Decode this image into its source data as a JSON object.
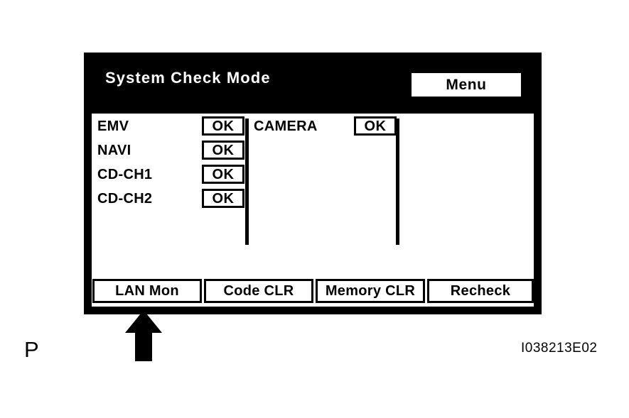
{
  "figure": {
    "label": "P",
    "code": "I038213E02",
    "callout_arrow_icon": "up-arrow-icon",
    "callout_target": "LAN Mon"
  },
  "colors": {
    "panel_background": "#000000",
    "content_background": "#ffffff",
    "text_on_black": "#ffffff",
    "text_on_white": "#000000",
    "border": "#000000"
  },
  "screen": {
    "title": "System Check Mode",
    "menu_button": {
      "label": "Menu"
    },
    "columns": [
      {
        "rows": [
          {
            "name": "EMV",
            "status": "OK"
          },
          {
            "name": "NAVI",
            "status": "OK"
          },
          {
            "name": "CD-CH1",
            "status": "OK"
          },
          {
            "name": "CD-CH2",
            "status": "OK"
          }
        ]
      },
      {
        "rows": [
          {
            "name": "CAMERA",
            "status": "OK"
          }
        ]
      }
    ],
    "buttons": [
      {
        "label": "LAN Mon"
      },
      {
        "label": "Code CLR"
      },
      {
        "label": "Memory CLR"
      },
      {
        "label": "Recheck"
      }
    ]
  }
}
